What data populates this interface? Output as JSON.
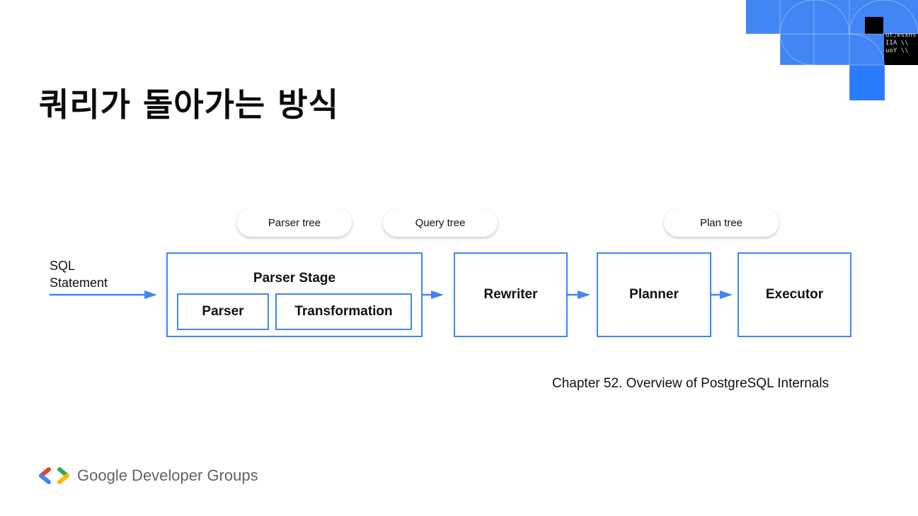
{
  "slide": {
    "title": "쿼리가 돌아가는 방식"
  },
  "diagram": {
    "input_label_line1": "SQL",
    "input_label_line2": "Statement",
    "pills": {
      "parser_tree": "Parser tree",
      "query_tree": "Query tree",
      "plan_tree": "Plan tree"
    },
    "stages": {
      "parser_stage": "Parser Stage",
      "parser": "Parser",
      "transformation": "Transformation",
      "rewriter": "Rewriter",
      "planner": "Planner",
      "executor": "Executor"
    },
    "accent_color": "#4285f4"
  },
  "caption": "Chapter 52. Overview of PostgreSQL Internals",
  "footer": {
    "brand": "Google Developer Groups",
    "logo_icon": "gdg-chevrons-icon"
  },
  "decoration": {
    "icon": "blue-tile-pattern-icon",
    "code_snippet_lines": [
      "ut;esxns",
      "IIA \\\\",
      "uoY \\\\"
    ]
  }
}
